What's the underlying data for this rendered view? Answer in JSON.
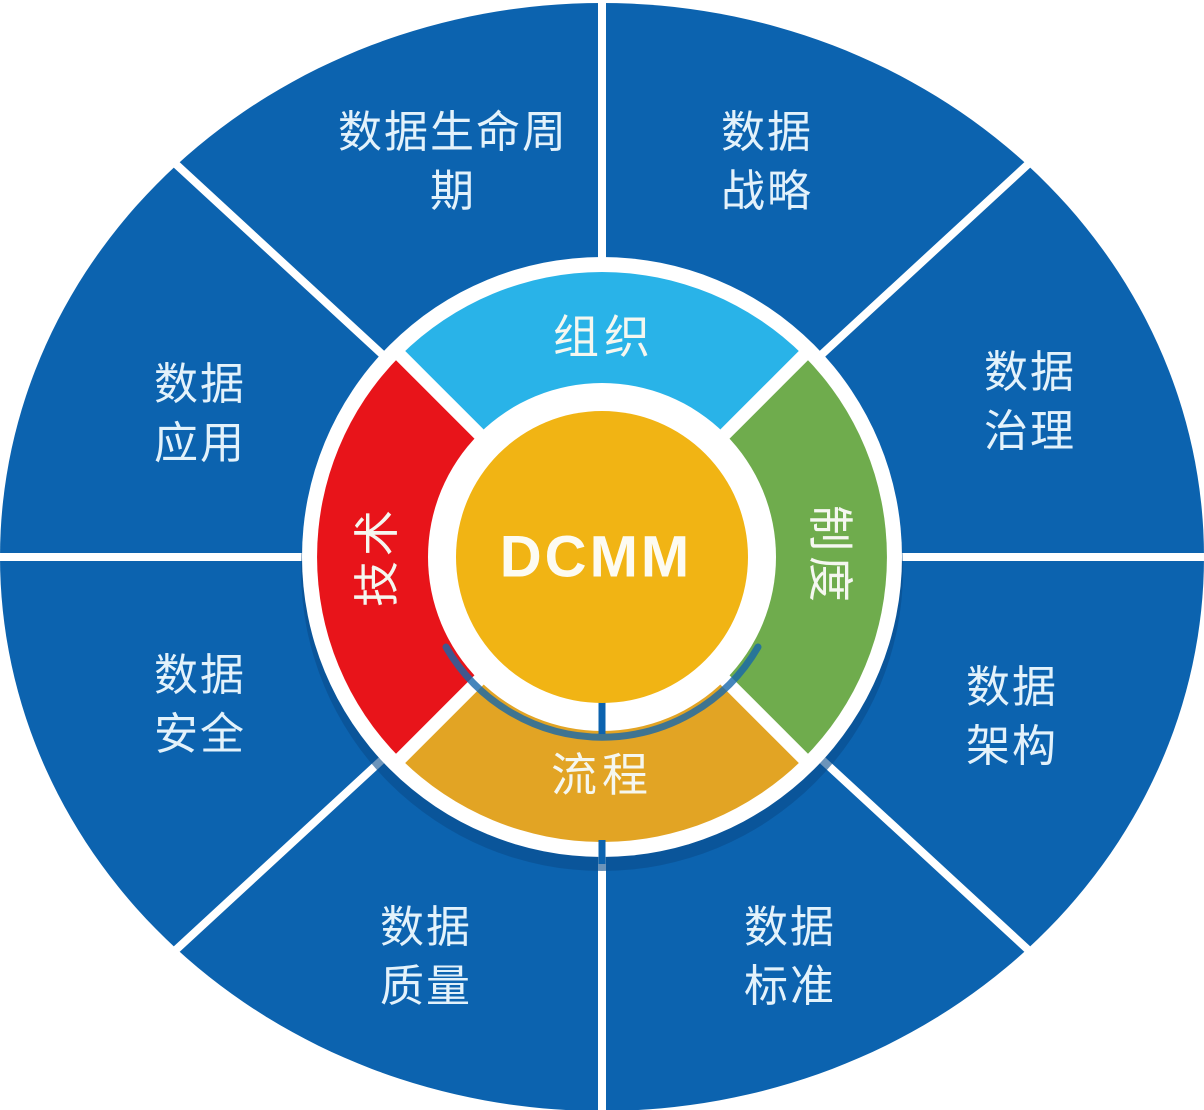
{
  "diagram": {
    "title": "DCMM",
    "center": {
      "label": "DCMM"
    },
    "inner_ring": {
      "top": {
        "label": "组织",
        "color": "#29b3e8"
      },
      "right": {
        "label": "制度",
        "color": "#6fac4d"
      },
      "bottom": {
        "label": "流程",
        "color": "#e2a424"
      },
      "left": {
        "label": "技术",
        "color": "#e8141a"
      }
    },
    "outer_ring": {
      "sectors": [
        {
          "position": "top-left",
          "label": "数据生命周期",
          "line1": "数据生命周",
          "line2": "期"
        },
        {
          "position": "top-right",
          "label": "数据战略",
          "line1": "数据",
          "line2": "战略"
        },
        {
          "position": "right-upper",
          "label": "数据治理",
          "line1": "数据",
          "line2": "治理"
        },
        {
          "position": "right-lower",
          "label": "数据架构",
          "line1": "数据",
          "line2": "架构"
        },
        {
          "position": "bottom-right",
          "label": "数据标准",
          "line1": "数据",
          "line2": "标准"
        },
        {
          "position": "bottom-left",
          "label": "数据质量",
          "line1": "数据",
          "line2": "质量"
        },
        {
          "position": "left-lower",
          "label": "数据安全",
          "line1": "数据",
          "line2": "安全"
        },
        {
          "position": "left-upper",
          "label": "数据应用",
          "line1": "数据",
          "line2": "应用"
        }
      ]
    },
    "colors": {
      "outer_blue": "#0c63af",
      "hub_gold": "#f1b414",
      "divider_white": "#ffffff",
      "disc_shadow_navy": "#0a4c8c",
      "ring_shadow_blue": "#1668ab",
      "outer_text": "#e3f2fb",
      "inner_text": "#f5f7f0",
      "dcmm_text": "#fdfbf2"
    }
  }
}
